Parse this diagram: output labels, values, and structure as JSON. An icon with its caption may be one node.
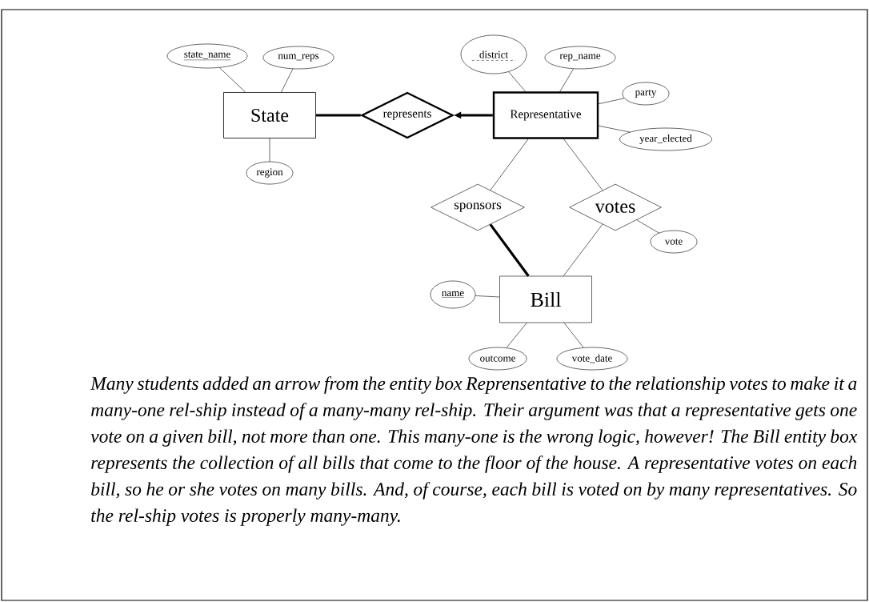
{
  "diagram": {
    "caption": "Many students added an arrow from the entity box Reprensentative to the relationship votes to make it a many-one rel-ship instead of a many-many rel-ship. Their argument was that a representative gets one vote on a given bill, not more than one. This many-one is the wrong logic, however! The Bill entity box represents the collection of all bills that come to the floor of the house. A representative votes on each bill, so he or she votes on many bills. And, of course, each bill is voted on by many representatives. So the rel-ship votes is properly many-many.",
    "nodes": [
      {
        "text": [
          "State"
        ]
      },
      {
        "text": [
          "represents"
        ]
      },
      {
        "text": [
          "Representative"
        ]
      },
      {
        "text": [
          "sponsors"
        ]
      },
      {
        "text": [
          "votes"
        ]
      },
      {
        "text": [
          "Bill"
        ]
      },
      {
        "text": [
          "state_name"
        ]
      },
      {
        "text": [
          "num_reps"
        ]
      },
      {
        "text": [
          "region"
        ]
      },
      {
        "text": [
          "district"
        ]
      },
      {
        "text": [
          "rep_name"
        ]
      },
      {
        "text": [
          "party"
        ]
      },
      {
        "text": [
          "year_elected"
        ]
      },
      {
        "text": [
          "vote"
        ]
      },
      {
        "text": [
          "name"
        ]
      },
      {
        "text": [
          "outcome"
        ]
      },
      {
        "text": [
          "vote_date"
        ]
      }
    ],
    "edges": [
      {
        "from": 0,
        "to": 1,
        "arrow": "none",
        "style": "thick"
      },
      {
        "from": 2,
        "to": 1,
        "arrow": "to",
        "style": "thick"
      },
      {
        "from": 2,
        "to": 3,
        "arrow": "none"
      },
      {
        "from": 2,
        "to": 4,
        "arrow": "none"
      },
      {
        "from": 3,
        "to": 5,
        "arrow": "none",
        "style": "thick"
      },
      {
        "from": 4,
        "to": 5,
        "arrow": "none"
      },
      {
        "from": 0,
        "to": 6,
        "arrow": "none"
      },
      {
        "from": 0,
        "to": 7,
        "arrow": "none"
      },
      {
        "from": 0,
        "to": 8,
        "arrow": "none"
      },
      {
        "from": 2,
        "to": 9,
        "arrow": "none"
      },
      {
        "from": 2,
        "to": 10,
        "arrow": "none"
      },
      {
        "from": 2,
        "to": 11,
        "arrow": "none"
      },
      {
        "from": 2,
        "to": 12,
        "arrow": "none"
      },
      {
        "from": 4,
        "to": 13,
        "arrow": "none"
      },
      {
        "from": 5,
        "to": 14,
        "arrow": "none"
      },
      {
        "from": 5,
        "to": 15,
        "arrow": "none"
      },
      {
        "from": 5,
        "to": 16,
        "arrow": "none"
      }
    ]
  }
}
